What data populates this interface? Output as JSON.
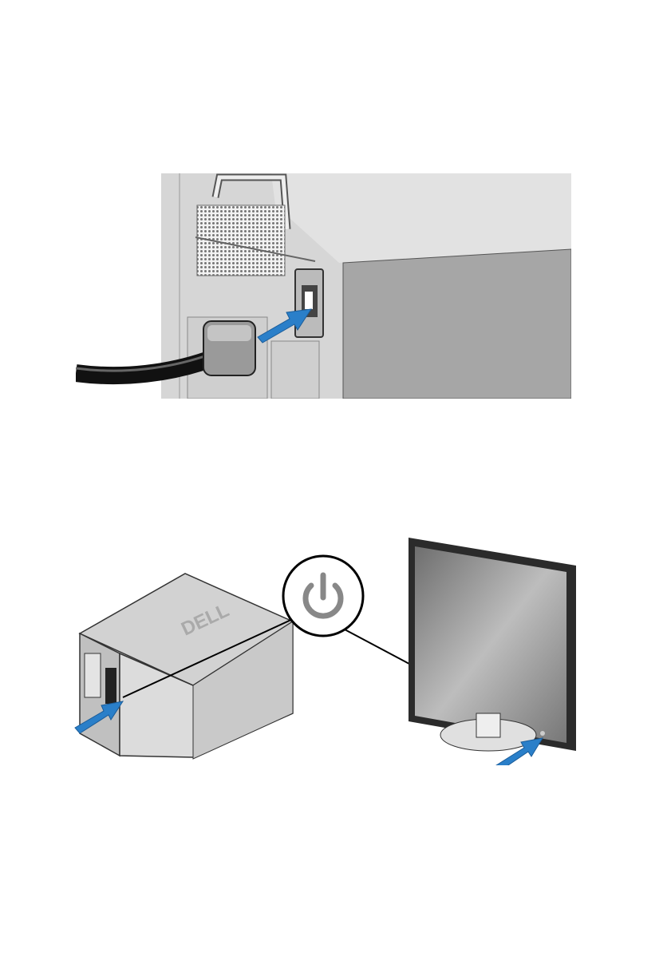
{
  "figures": [
    {
      "id": "connect-power-cable",
      "icon": "power-cable-illustration"
    },
    {
      "id": "turn-on-system",
      "icon": "power-button-illustration",
      "logo_text": "DELL"
    }
  ],
  "colors": {
    "arrow": "#2a7fc9",
    "chassis": "#c8c8c8",
    "chassis_side": "#a9a9a9"
  }
}
